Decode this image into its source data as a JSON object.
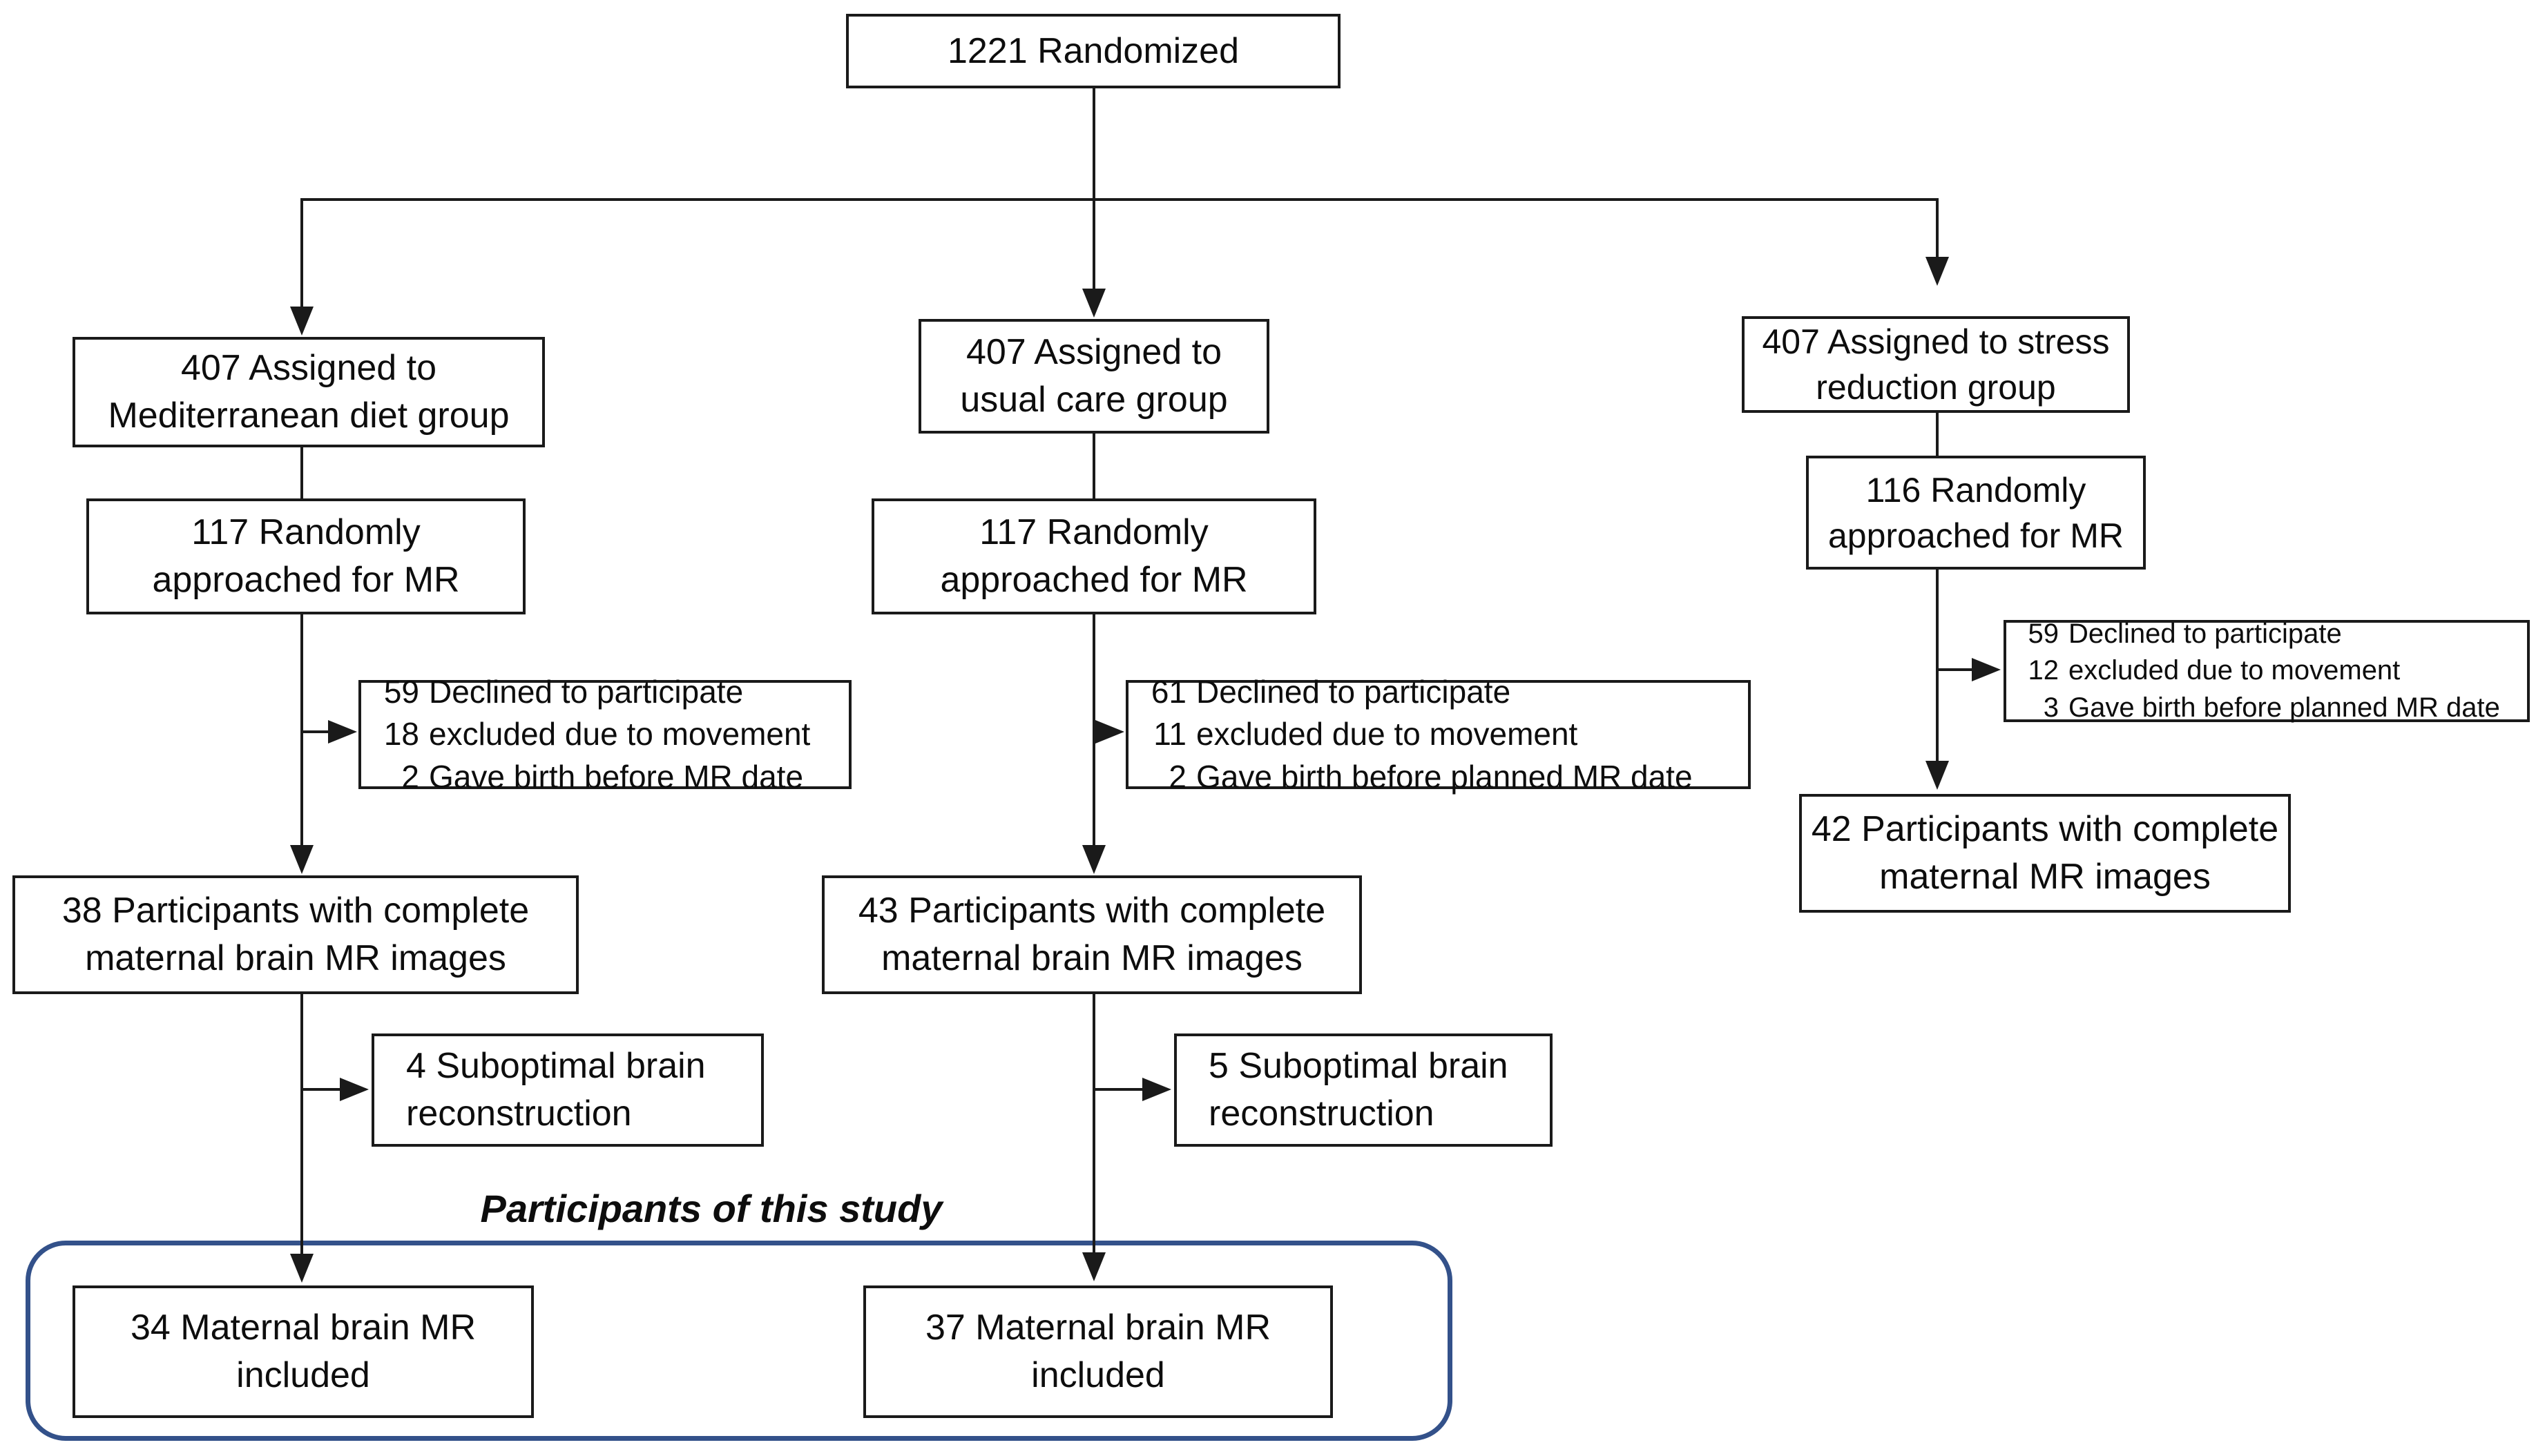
{
  "colors": {
    "background": "#ffffff",
    "box_border": "#1a1a1a",
    "connector": "#1a1a1a",
    "text": "#0d0d0d",
    "highlight_border": "#33518a"
  },
  "annotation": {
    "label": "Participants of this study"
  },
  "boxes": {
    "randomized": {
      "lines": [
        "1221 Randomized"
      ]
    },
    "med_assigned": {
      "lines": [
        "407 Assigned to",
        "Mediterranean diet group"
      ]
    },
    "med_approached": {
      "lines": [
        "117 Randomly",
        "approached for MR"
      ]
    },
    "med_excluded": {
      "items": [
        {
          "n": "59",
          "label": "Declined to participate"
        },
        {
          "n": "18",
          "label": "excluded due to movement"
        },
        {
          "n": "2",
          "label": "Gave birth before MR date"
        }
      ]
    },
    "med_complete": {
      "lines": [
        "38 Participants with complete",
        "maternal brain MR images"
      ]
    },
    "med_suboptimal": {
      "lines": [
        "4 Suboptimal brain",
        "reconstruction"
      ]
    },
    "med_included": {
      "lines": [
        "34 Maternal brain MR",
        "included"
      ]
    },
    "usual_assigned": {
      "lines": [
        "407 Assigned to",
        "usual care group"
      ]
    },
    "usual_approached": {
      "lines": [
        "117 Randomly",
        "approached for MR"
      ]
    },
    "usual_excluded": {
      "items": [
        {
          "n": "61",
          "label": "Declined to participate"
        },
        {
          "n": "11",
          "label": "excluded due to movement"
        },
        {
          "n": "2",
          "label": "Gave birth before planned MR date"
        }
      ]
    },
    "usual_complete": {
      "lines": [
        "43 Participants with complete",
        "maternal brain MR images"
      ]
    },
    "usual_suboptimal": {
      "lines": [
        "5 Suboptimal brain",
        "reconstruction"
      ]
    },
    "usual_included": {
      "lines": [
        "37 Maternal brain MR",
        "included"
      ]
    },
    "stress_assigned": {
      "lines": [
        "407 Assigned to stress",
        "reduction group"
      ]
    },
    "stress_approached": {
      "lines": [
        "116 Randomly",
        "approached for MR"
      ]
    },
    "stress_excluded": {
      "items": [
        {
          "n": "59",
          "label": "Declined to participate"
        },
        {
          "n": "12",
          "label": "excluded due to movement"
        },
        {
          "n": "3",
          "label": "Gave birth before planned MR date"
        }
      ]
    },
    "stress_complete": {
      "lines": [
        "42 Participants with complete",
        "maternal MR images"
      ]
    }
  }
}
